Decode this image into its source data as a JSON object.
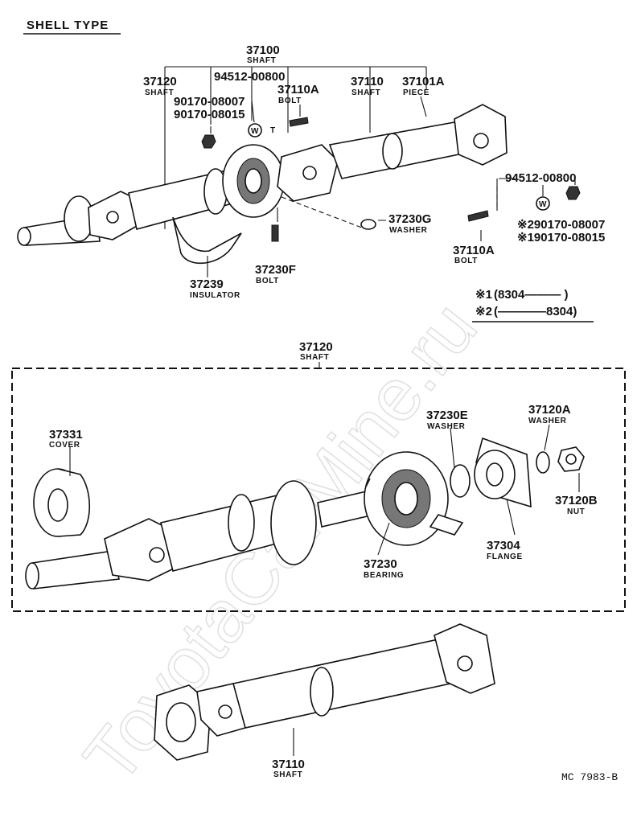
{
  "section_title": "SHELL TYPE",
  "watermark": "ToyotaCarMine.ru",
  "drawing_ref": "MC 7983-B",
  "upper_assembly": {
    "main_part": {
      "number": "37100",
      "name": "SHAFT"
    },
    "front_shaft": {
      "number": "37120",
      "name": "SHAFT"
    },
    "clip_part": "94512-00800",
    "nuts": [
      "90170-08007",
      "90170-08015"
    ],
    "bolt_upper": {
      "number": "37110A",
      "name": "BOLT"
    },
    "rear_shaft": {
      "number": "37110",
      "name": "SHAFT"
    },
    "piece": {
      "number": "37101A",
      "name": "PIECE"
    },
    "clip_right": "94512-00800",
    "bolt_right": {
      "number": "37110A",
      "name": "BOLT"
    },
    "nut_alt_1": "※290170-08007",
    "nut_alt_2": "※190170-08015",
    "washer": {
      "number": "37230G",
      "name": "WASHER"
    },
    "bolt_support": {
      "number": "37230F",
      "name": "BOLT"
    },
    "insulator": {
      "number": "37239",
      "name": "INSULATOR"
    },
    "clip_symbol": "W",
    "t_mark": "T"
  },
  "notes": [
    {
      "mark": "※1",
      "range": "(8304——— )"
    },
    {
      "mark": "※2",
      "range": "(————8304)"
    }
  ],
  "exploded_view": {
    "title": {
      "number": "37120",
      "name": "SHAFT"
    },
    "cover": {
      "number": "37331",
      "name": "COVER"
    },
    "washer_e": {
      "number": "37230E",
      "name": "WASHER"
    },
    "washer_a": {
      "number": "37120A",
      "name": "WASHER"
    },
    "nut": {
      "number": "37120B",
      "name": "NUT"
    },
    "bearing": {
      "number": "37230",
      "name": "BEARING"
    },
    "flange": {
      "number": "37304",
      "name": "FLANGE"
    }
  },
  "lower_view": {
    "shaft": {
      "number": "37110",
      "name": "SHAFT"
    }
  }
}
